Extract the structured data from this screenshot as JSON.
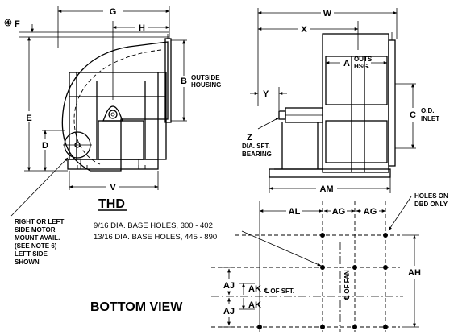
{
  "side_view": {
    "model": "THD",
    "dims": {
      "g": "G",
      "h": "H",
      "f": "F",
      "f_note": "④",
      "e": "E",
      "d": "D",
      "v": "V",
      "b": "B"
    },
    "outside_housing": [
      "OUTSIDE",
      "HOUSING"
    ],
    "motor_callout": [
      "RIGHT OR LEFT",
      "SIDE MOTOR",
      "MOUNT AVAIL.",
      "(SEE NOTE 6)",
      "LEFT SIDE",
      "SHOWN"
    ]
  },
  "front_view": {
    "dims": {
      "w": "W",
      "x": "X",
      "y": "Y",
      "z": "Z",
      "a": "A",
      "c": "C",
      "am": "AM"
    },
    "outs_hsg": [
      "OUTS",
      "HSG."
    ],
    "od_inlet": [
      "O.D.",
      "INLET"
    ],
    "bearing": [
      "DIA. SFT.",
      "BEARING"
    ]
  },
  "bottom_view": {
    "title": "BOTTOM VIEW",
    "base_holes": [
      "9/16 DIA. BASE HOLES, 300 - 402",
      "13/16 DIA. BASE HOLES, 445 - 890"
    ],
    "holes_on": [
      "HOLES ON",
      "DBD ONLY"
    ],
    "dims": {
      "al": "AL",
      "ag1": "AG",
      "ag2": "AG",
      "ah": "AH",
      "aj1": "AJ",
      "aj2": "AJ",
      "ak1": "AK",
      "ak2": "AK"
    },
    "cl_shaft": "℄ OF SFT.",
    "cl_fan": "℄ OF FAN"
  }
}
